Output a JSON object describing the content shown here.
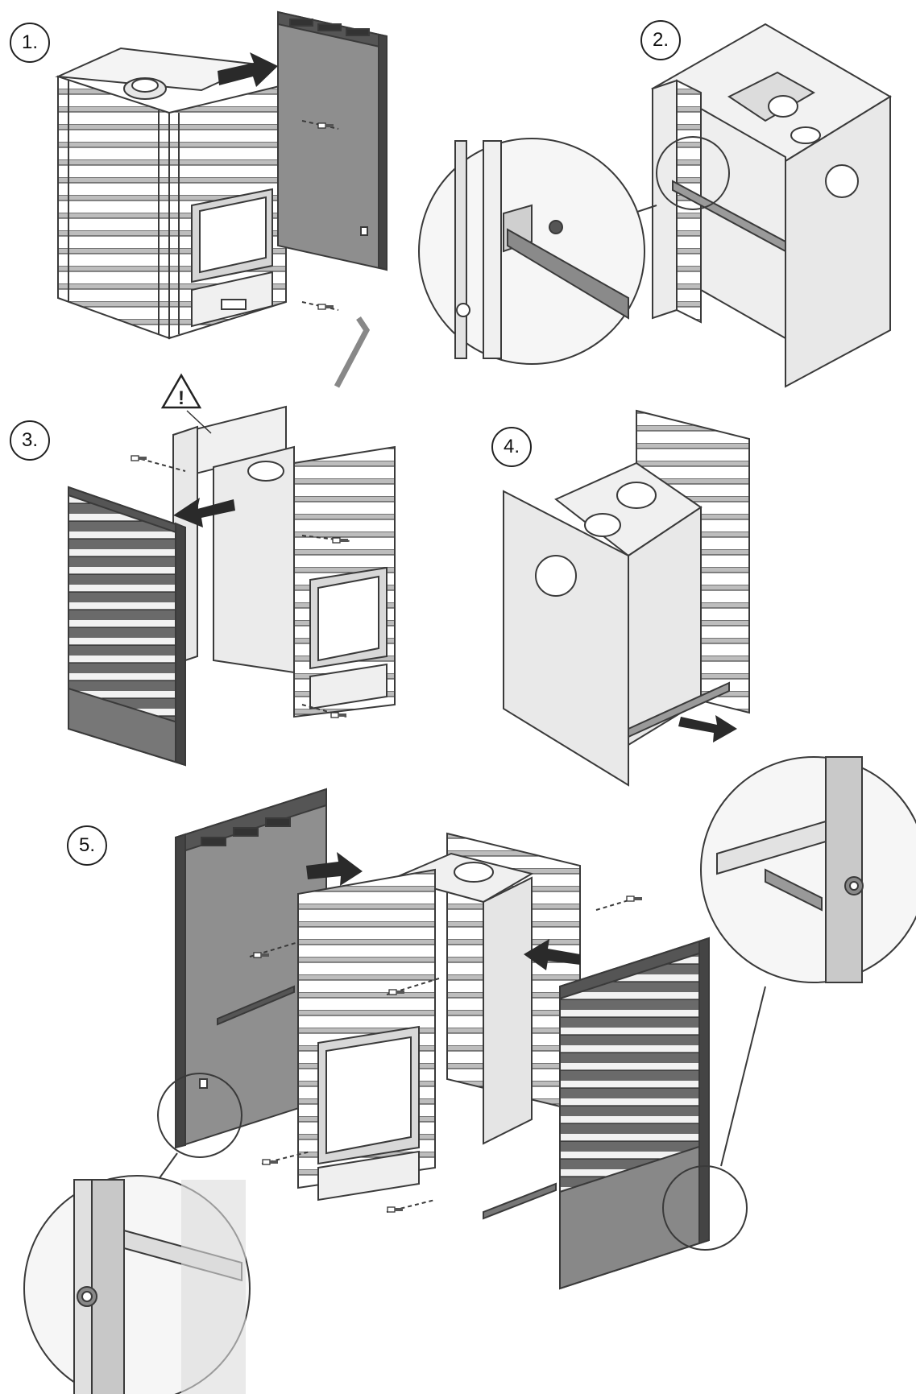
{
  "steps": [
    {
      "label": "1."
    },
    {
      "label": "2."
    },
    {
      "label": "3."
    },
    {
      "label": "4."
    },
    {
      "label": "5."
    }
  ],
  "colors": {
    "line": "#3a3a3a",
    "panel_light": "#eeeeee",
    "panel_mid": "#cfcfcf",
    "panel_dark": "#8e8e8e",
    "arrow": "#2a2a2a",
    "warning_fill": "#ffffff"
  },
  "icons": {
    "arrow": "arrow-icon",
    "warning": "warning-triangle-icon",
    "screw": "screw-icon",
    "hex_key": "hex-key-icon",
    "detail": "magnifier-detail-circle"
  }
}
